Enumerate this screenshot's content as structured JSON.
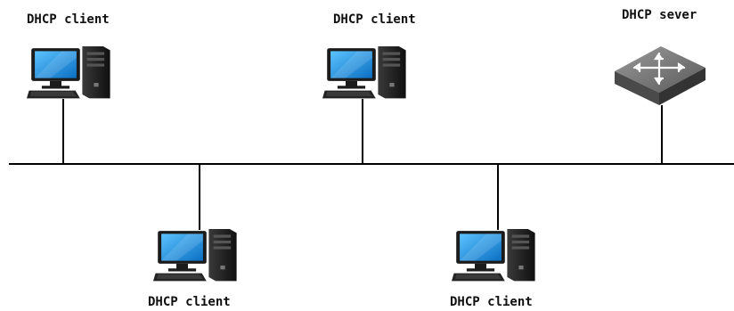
{
  "labels": {
    "client_1": "DHCP client",
    "client_2": "DHCP client",
    "server": "DHCP sever",
    "client_3": "DHCP client",
    "client_4": "DHCP client"
  },
  "colors": {
    "line": "#000000",
    "screen": "#1a8ee0",
    "tower": "#2a2a2a",
    "server_body": "#6b6b6b"
  },
  "icons": {
    "client": "desktop-computer-icon",
    "server": "switch-router-icon"
  }
}
